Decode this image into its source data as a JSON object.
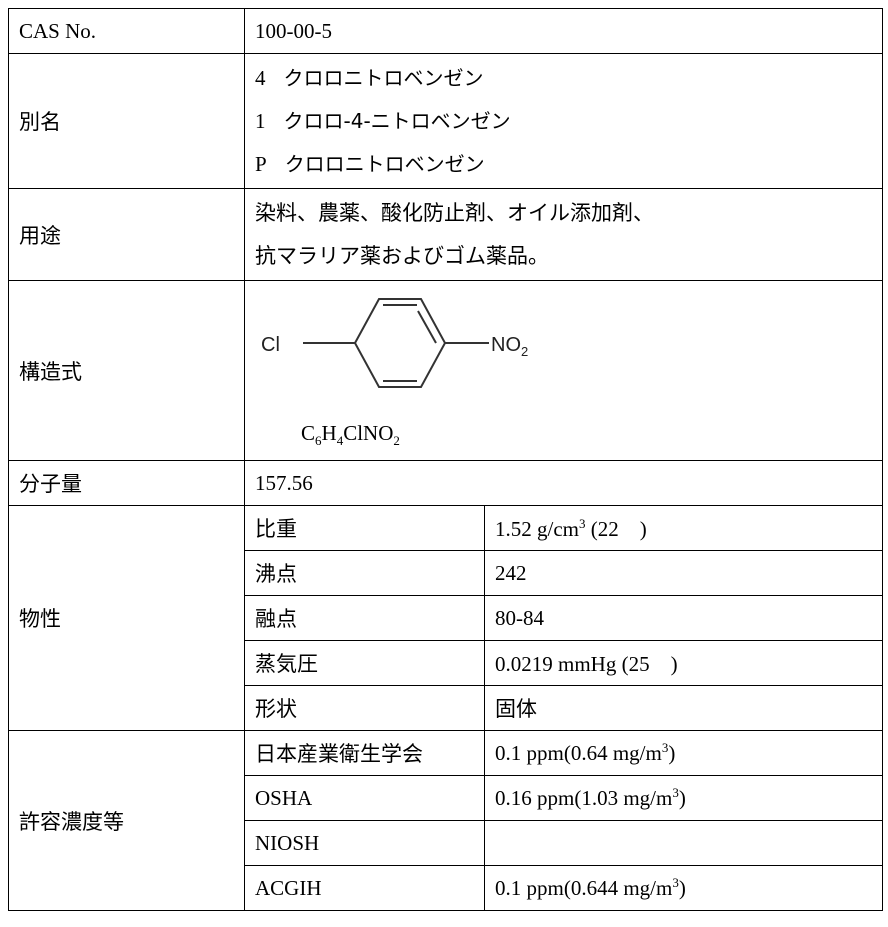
{
  "rows": {
    "cas": {
      "label": "CAS No.",
      "value": "100-00-5"
    },
    "aliases": {
      "label": "別名",
      "items": [
        {
          "num": "4",
          "text": "クロロニトロベンゼン"
        },
        {
          "num": "1",
          "text": "クロロ-4-ニトロベンゼン"
        },
        {
          "num": "P",
          "text": "クロロニトロベンゼン"
        }
      ]
    },
    "uses": {
      "label": "用途",
      "lines": [
        "染料、農薬、酸化防止剤、オイル添加剤、",
        "抗マラリア薬およびゴム薬品。"
      ]
    },
    "structure": {
      "label": "構造式",
      "left_group": "Cl",
      "right_group": "NO",
      "right_sub": "2",
      "formula": {
        "c": "C",
        "c_n": "6",
        "h": "H",
        "h_n": "4",
        "rest": "ClNO",
        "o_n": "2"
      }
    },
    "mw": {
      "label": "分子量",
      "value": "157.56"
    },
    "props": {
      "label": "物性",
      "items": [
        {
          "name": "比重",
          "value": "1.52 g/cm",
          "sup": "3",
          "after": " (22　)"
        },
        {
          "name": "沸点",
          "value": "242"
        },
        {
          "name": "融点",
          "value": "80-84"
        },
        {
          "name": "蒸気圧",
          "value": "0.0219 mmHg (25　)"
        },
        {
          "name": "形状",
          "value": "固体"
        }
      ]
    },
    "limits": {
      "label": "許容濃度等",
      "items": [
        {
          "name": "日本産業衛生学会",
          "value": "0.1 ppm(0.64 mg/m",
          "sup": "3",
          "after": ")"
        },
        {
          "name": "OSHA",
          "value": "0.16 ppm(1.03 mg/m",
          "sup": "3",
          "after": ")"
        },
        {
          "name": "NIOSH",
          "value": ""
        },
        {
          "name": "ACGIH",
          "value": "0.1 ppm(0.644 mg/m",
          "sup": "3",
          "after": ")"
        }
      ]
    }
  }
}
